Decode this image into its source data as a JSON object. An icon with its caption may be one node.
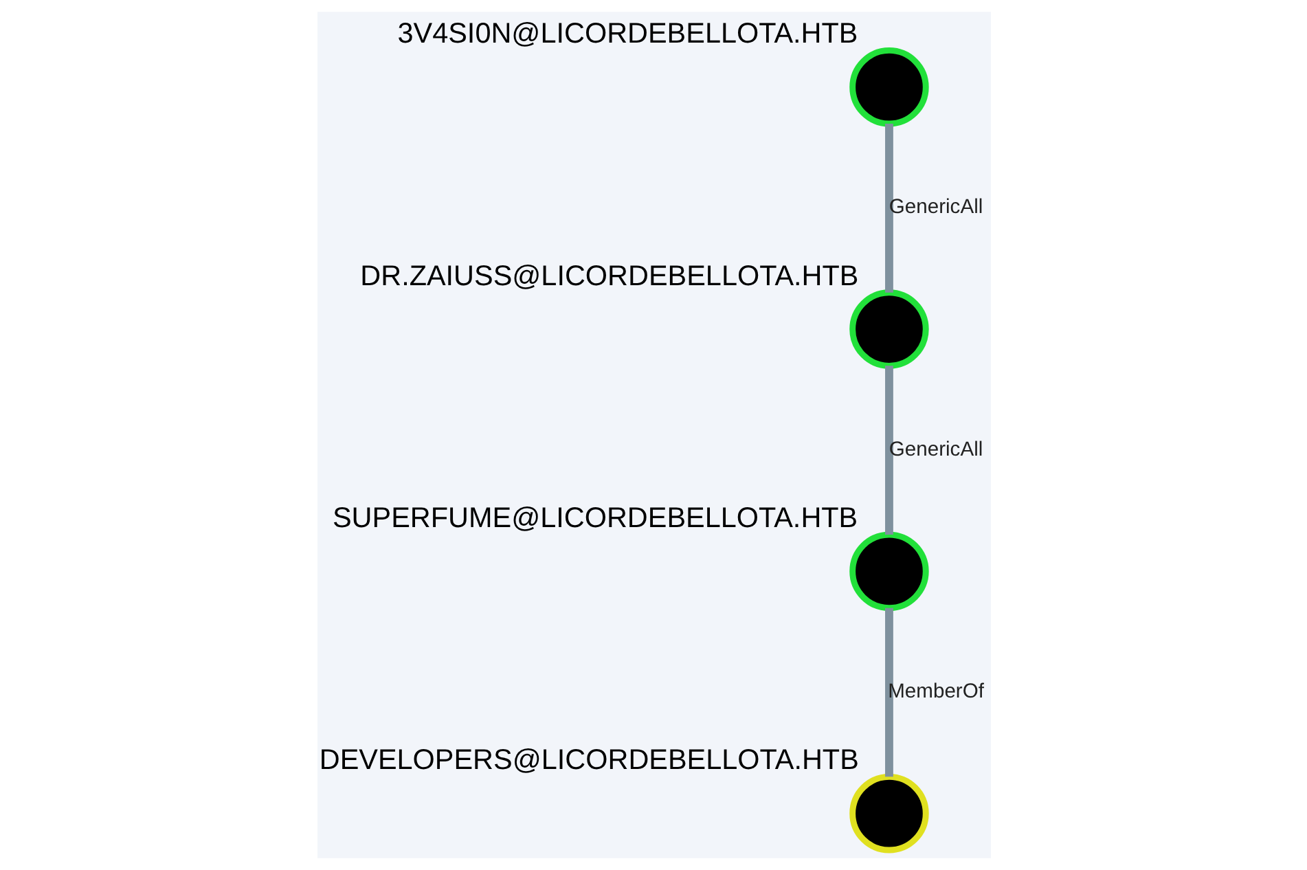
{
  "diagram": {
    "nodes": [
      {
        "text": [
          "DEVELOPERS@LICORDEBELLOTA.HTB"
        ]
      },
      {
        "text": [
          "SUPERFUME@LICORDEBELLOTA.HTB"
        ]
      },
      {
        "text": [
          "3V4SI0N@LICORDEBELLOTA.HTB"
        ]
      },
      {
        "text": [
          "DR.ZAIUSS@LICORDEBELLOTA.HTB"
        ]
      }
    ],
    "edges": [
      {
        "from": 1,
        "to": 0,
        "arrow": "none",
        "label": "MemberOf"
      },
      {
        "from": 3,
        "to": 1,
        "arrow": "none",
        "label": "GenericAll"
      },
      {
        "from": 2,
        "to": 3,
        "arrow": "none",
        "label": "GenericAll"
      }
    ]
  }
}
